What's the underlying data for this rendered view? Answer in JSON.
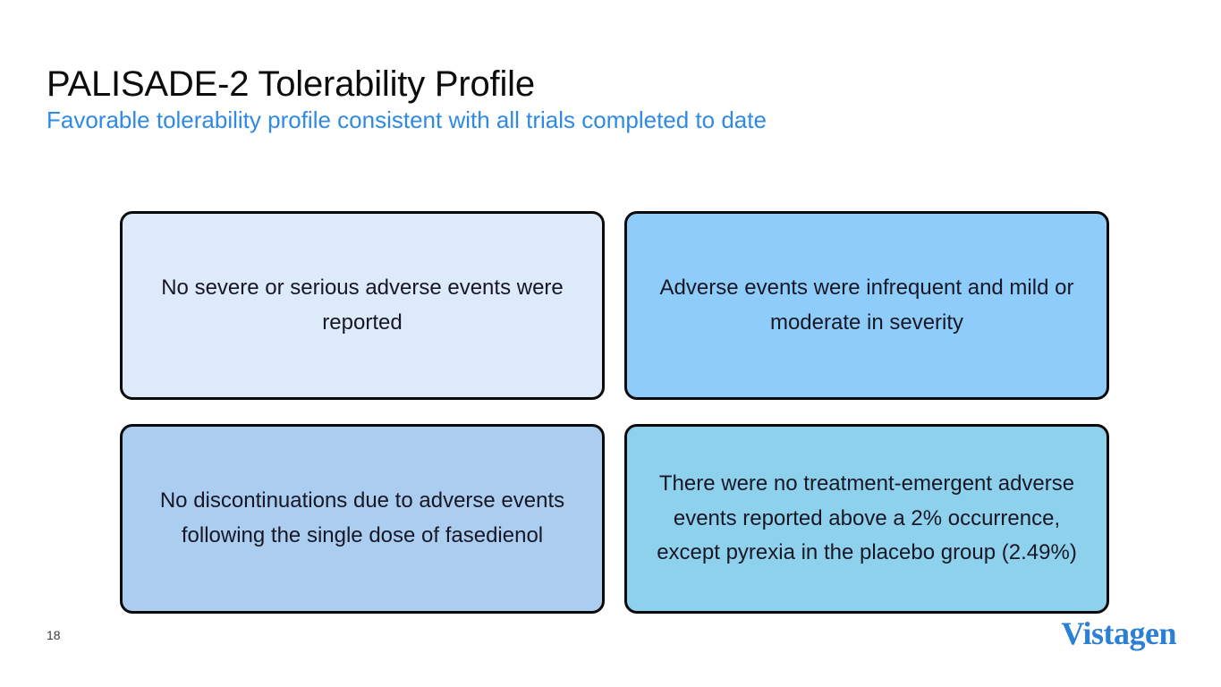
{
  "slide": {
    "title": "PALISADE-2 Tolerability Profile",
    "subtitle": "Favorable tolerability profile consistent with all trials completed to date",
    "page_number": "18",
    "brand": "Vistagen",
    "background_color": "#ffffff",
    "title_color": "#0d0d0d",
    "subtitle_color": "#2e8ae5",
    "brand_color": "#2b7fd4",
    "border_color": "#0a0a0a",
    "body_text_color": "#171726"
  },
  "callouts": [
    {
      "position": "top-left",
      "text": "No severe or serious adverse events were reported",
      "fill_color": "#dceafa"
    },
    {
      "position": "top-right",
      "text": "Adverse events were infrequent and mild or moderate in severity",
      "fill_color": "#8ecdfa"
    },
    {
      "position": "bottom-left",
      "text": "No discontinuations due to adverse events following the single dose of fasedienol",
      "fill_color": "#aacdf0"
    },
    {
      "position": "bottom-right",
      "text": "There were no treatment-emergent adverse events reported above a 2% occurrence, except pyrexia in the placebo group (2.49%)",
      "fill_color": "#8ed1ec"
    }
  ]
}
